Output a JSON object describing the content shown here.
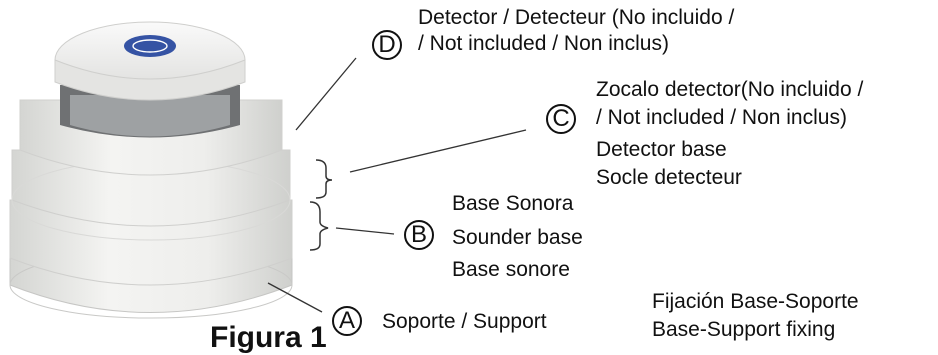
{
  "callouts": {
    "D": {
      "letter": "D",
      "lines": [
        "Detector / Detecteur (No incluido /",
        "/ Not included / Non inclus)"
      ]
    },
    "C": {
      "letter": "C",
      "lines": [
        "Zocalo detector(No incluido /",
        "/ Not included / Non inclus)",
        "Detector base",
        "Socle detecteur"
      ]
    },
    "B": {
      "letter": "B",
      "lines": [
        "Base Sonora",
        "Sounder base",
        "Base sonore"
      ]
    },
    "A": {
      "letter": "A",
      "label": "Soporte / Support"
    }
  },
  "fixing": {
    "lines": [
      "Fijación Base-Soporte",
      "Base-Support fixing"
    ]
  },
  "cut_heading": "Figura 1"
}
